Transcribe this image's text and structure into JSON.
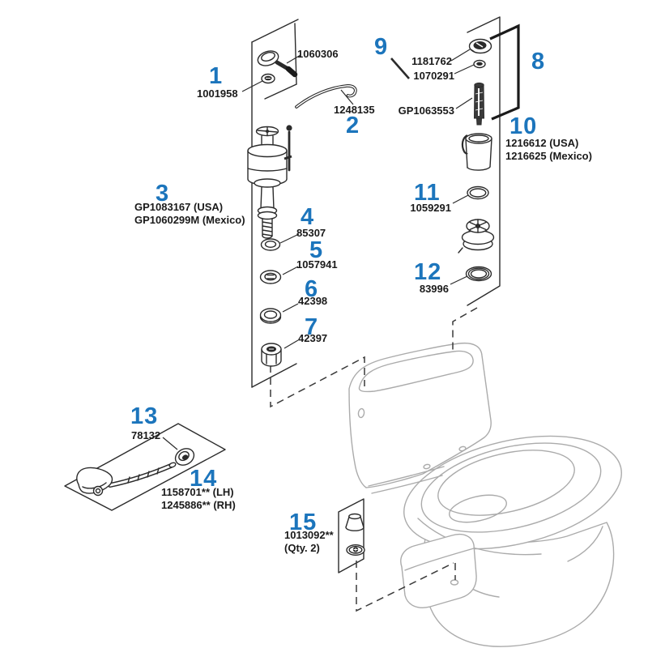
{
  "diagram": {
    "kind": "exploded-parts-diagram",
    "colors": {
      "callout_number": "#1C75BC",
      "part_text": "#1a1a1a",
      "diagram_line": "#2b2b2b",
      "product_line": "#ababab",
      "background": "#ffffff"
    },
    "unlabeled_part": {
      "part_number": "1060306"
    },
    "callouts": [
      {
        "num": "1",
        "parts": [
          "1001958"
        ]
      },
      {
        "num": "2",
        "parts": [
          "1248135"
        ]
      },
      {
        "num": "3",
        "parts": [
          "GP1083167 (USA)",
          "GP1060299M (Mexico)"
        ]
      },
      {
        "num": "4",
        "parts": [
          "85307"
        ]
      },
      {
        "num": "5",
        "parts": [
          "1057941"
        ]
      },
      {
        "num": "6",
        "parts": [
          "42398"
        ]
      },
      {
        "num": "7",
        "parts": [
          "42397"
        ]
      },
      {
        "num": "8",
        "parts": []
      },
      {
        "num": "9",
        "parts": [
          "1181762",
          "1070291",
          "GP1063553"
        ]
      },
      {
        "num": "10",
        "parts": [
          "1216612 (USA)",
          "1216625 (Mexico)"
        ]
      },
      {
        "num": "11",
        "parts": [
          "1059291"
        ]
      },
      {
        "num": "12",
        "parts": [
          "83996"
        ]
      },
      {
        "num": "13",
        "parts": [
          "78132"
        ]
      },
      {
        "num": "14",
        "parts": [
          "1158701** (LH)",
          "1245886** (RH)"
        ]
      },
      {
        "num": "15",
        "parts": [
          "1013092**",
          "(Qty. 2)"
        ]
      }
    ]
  }
}
